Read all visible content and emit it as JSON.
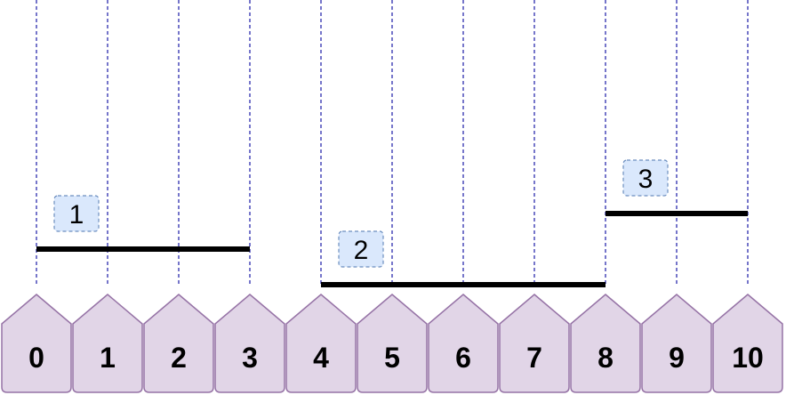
{
  "colors": {
    "guide": "#1a1aa6",
    "segment": "#000000",
    "house_fill": "#e1d5e7",
    "house_stroke": "#9673a6",
    "label_fill": "#dae8fc",
    "label_stroke": "#6c8ebf",
    "text": "#000000"
  },
  "ticks": [
    "0",
    "1",
    "2",
    "3",
    "4",
    "5",
    "6",
    "7",
    "8",
    "9",
    "10"
  ],
  "segments": [
    {
      "label": "1",
      "start": 0,
      "end": 3
    },
    {
      "label": "2",
      "start": 4,
      "end": 8
    },
    {
      "label": "3",
      "start": 8,
      "end": 10
    }
  ]
}
